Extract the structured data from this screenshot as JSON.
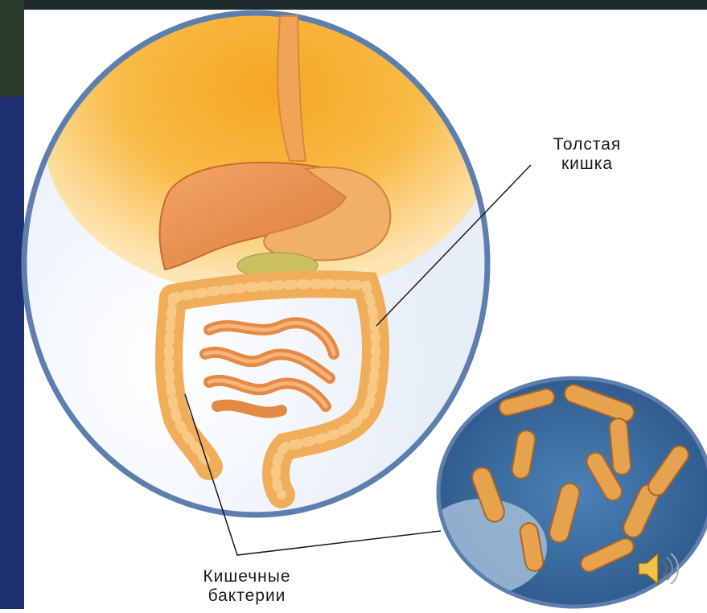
{
  "labels": {
    "colon": {
      "line1": "Толстая",
      "line2": "кишка"
    },
    "bacteria": {
      "line1": "Кишечные",
      "line2": "бактерии"
    }
  },
  "colors": {
    "circle_border": "#5d7fb0",
    "background_glow": "#f7b733",
    "organ": "#f2a45a",
    "bacteria_bg": "#3f73a8",
    "bacteria": "#e0a050"
  },
  "icons": {
    "sound": "speaker-icon"
  }
}
